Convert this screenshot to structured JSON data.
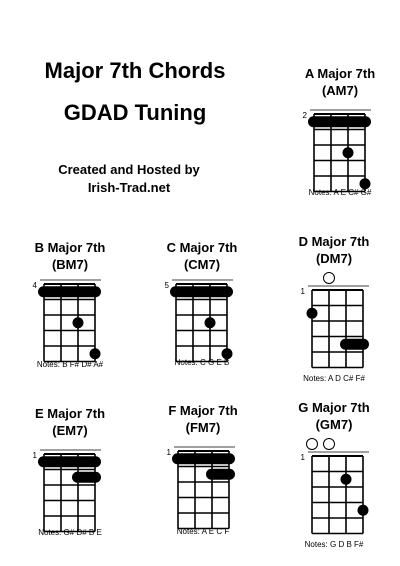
{
  "header": {
    "title": "Major 7th Chords",
    "subtitle": "GDAD Tuning",
    "credit_line1": "Created and Hosted by",
    "credit_line2": "Irish-Trad.net"
  },
  "chords": [
    {
      "id": "am7",
      "name": "A Major 7th",
      "short": "(AM7)",
      "notes": "Notes: A   E   C#   G#",
      "fret": "2",
      "open": [],
      "barres": [
        {
          "fret": 1,
          "from": 0,
          "to": 3
        }
      ],
      "dots": [
        {
          "string": 2,
          "fret": 3
        },
        {
          "string": 3,
          "fret": 5
        }
      ]
    },
    {
      "id": "bm7",
      "name": "B Major 7th",
      "short": "(BM7)",
      "notes": "Notes: B   F#   D#   A#",
      "fret": "4",
      "open": [],
      "barres": [
        {
          "fret": 1,
          "from": 0,
          "to": 3
        }
      ],
      "dots": [
        {
          "string": 2,
          "fret": 3
        },
        {
          "string": 3,
          "fret": 5
        }
      ]
    },
    {
      "id": "cm7",
      "name": "C Major 7th",
      "short": "(CM7)",
      "notes": "Notes: C   G   E   B",
      "fret": "5",
      "open": [],
      "barres": [
        {
          "fret": 1,
          "from": 0,
          "to": 3
        }
      ],
      "dots": [
        {
          "string": 2,
          "fret": 3
        },
        {
          "string": 3,
          "fret": 5
        }
      ]
    },
    {
      "id": "dm7",
      "name": "D Major 7th",
      "short": "(DM7)",
      "notes": "Notes: A   D   C#   F#",
      "fret": "1",
      "open": [
        1
      ],
      "barres": [
        {
          "fret": 4,
          "from": 2,
          "to": 3
        }
      ],
      "dots": [
        {
          "string": 0,
          "fret": 2
        }
      ]
    },
    {
      "id": "em7",
      "name": "E Major 7th",
      "short": "(EM7)",
      "notes": "Notes: G#  D#   B   E",
      "fret": "1",
      "open": [],
      "barres": [
        {
          "fret": 1,
          "from": 0,
          "to": 3
        },
        {
          "fret": 2,
          "from": 2,
          "to": 3
        }
      ],
      "dots": []
    },
    {
      "id": "fm7",
      "name": "F Major 7th",
      "short": "(FM7)",
      "notes": "Notes: A   E   C   F",
      "fret": "1",
      "open": [],
      "barres": [
        {
          "fret": 1,
          "from": 0,
          "to": 3
        },
        {
          "fret": 2,
          "from": 2,
          "to": 3
        }
      ],
      "dots": []
    },
    {
      "id": "gm7",
      "name": "G Major 7th",
      "short": "(GM7)",
      "notes": "Notes: G   D   B   F#",
      "fret": "1",
      "open": [
        0,
        1
      ],
      "barres": [],
      "dots": [
        {
          "string": 2,
          "fret": 2
        },
        {
          "string": 3,
          "fret": 4
        }
      ]
    }
  ]
}
